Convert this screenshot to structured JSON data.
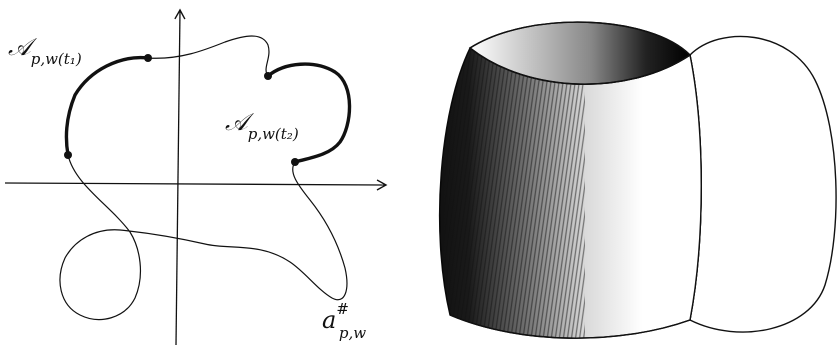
{
  "left_figure": {
    "labels": {
      "arc_t1": {
        "main": "𝒜",
        "sub": "p,w(t₁)"
      },
      "arc_t2": {
        "main": "𝒜",
        "sub": "p,w(t₂)"
      },
      "curve": {
        "main": "a",
        "sup": "#",
        "sub": "p,w"
      }
    }
  },
  "colors": {
    "ink": "#111111",
    "paper": "#ffffff"
  }
}
